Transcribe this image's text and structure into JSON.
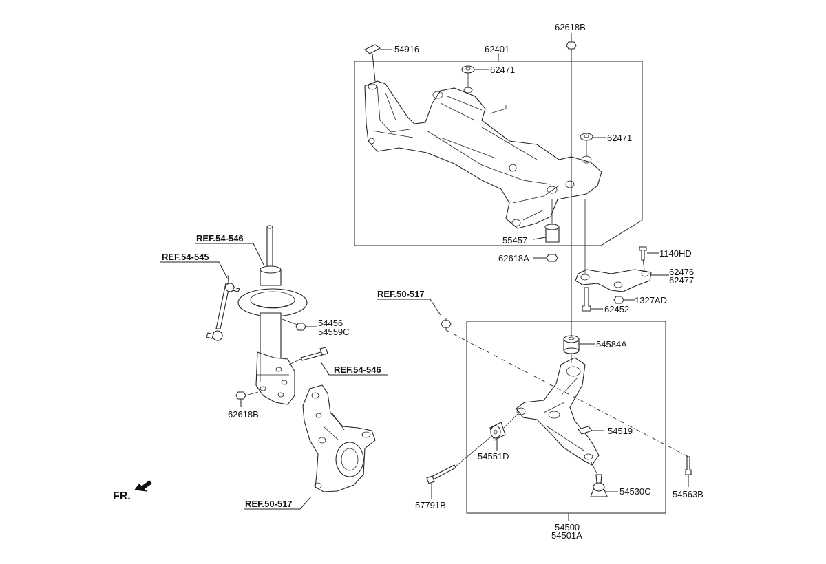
{
  "labels": {
    "p54916": "54916",
    "p62401": "62401",
    "p62618B_top": "62618B",
    "p62471_a": "62471",
    "p62471_b": "62471",
    "p55457": "55457",
    "p62618A": "62618A",
    "p1140HD": "1140HD",
    "p62476": "62476",
    "p62477": "62477",
    "p1327AD": "1327AD",
    "p62452": "62452",
    "p54584A": "54584A",
    "p54519": "54519",
    "p54551D": "54551D",
    "p54530C": "54530C",
    "p54563B": "54563B",
    "p57791B": "57791B",
    "p54500": "54500",
    "p54501A": "54501A",
    "p54456": "54456",
    "p54559C": "54559C",
    "p62618B_left": "62618B"
  },
  "refs": {
    "ref_54546_top": "REF.54-546",
    "ref_54545": "REF.54-545",
    "ref_54546_mid": "REF.54-546",
    "ref_50517_left": "REF.50-517",
    "ref_50517_top": "REF.50-517"
  },
  "direction": {
    "front_label": "FR."
  },
  "icons": {
    "front_arrow": "front-direction-arrow-icon"
  },
  "colors": {
    "line": "#222222",
    "background": "#ffffff"
  }
}
